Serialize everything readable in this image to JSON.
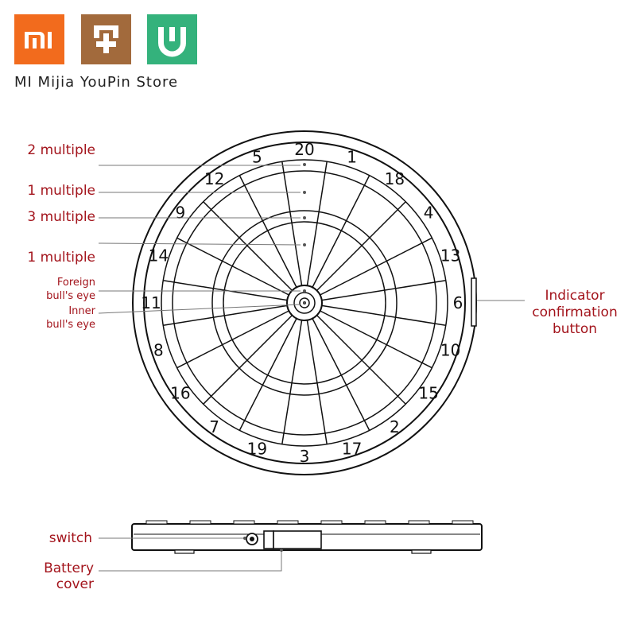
{
  "header": {
    "store_name": "MI Mijia YouPin Store",
    "logos": [
      {
        "name": "mi-logo",
        "text": "MI",
        "color": "#f26b1d"
      },
      {
        "name": "youpin-logo",
        "text": "",
        "color": "#a26a3c"
      },
      {
        "name": "mijia-logo",
        "text": "",
        "color": "#34b27c"
      }
    ]
  },
  "dartboard": {
    "numbers": [
      "20",
      "1",
      "18",
      "4",
      "13",
      "6",
      "10",
      "15",
      "2",
      "17",
      "3",
      "19",
      "7",
      "16",
      "8",
      "11",
      "14",
      "9",
      "12",
      "5"
    ]
  },
  "callouts": {
    "double": "2 multiple",
    "single_outer": "1 multiple",
    "triple": "3 multiple",
    "single_inner": "1 multiple",
    "outer_bull": [
      "Foreign",
      "bull's eye"
    ],
    "inner_bull": [
      "Inner",
      "bull's eye"
    ],
    "indicator": [
      "Indicator",
      "confirmation",
      "button"
    ],
    "switch": "switch",
    "battery": [
      "Battery",
      "cover"
    ]
  },
  "colors": {
    "callout": "#a3141c",
    "line": "#111111"
  }
}
